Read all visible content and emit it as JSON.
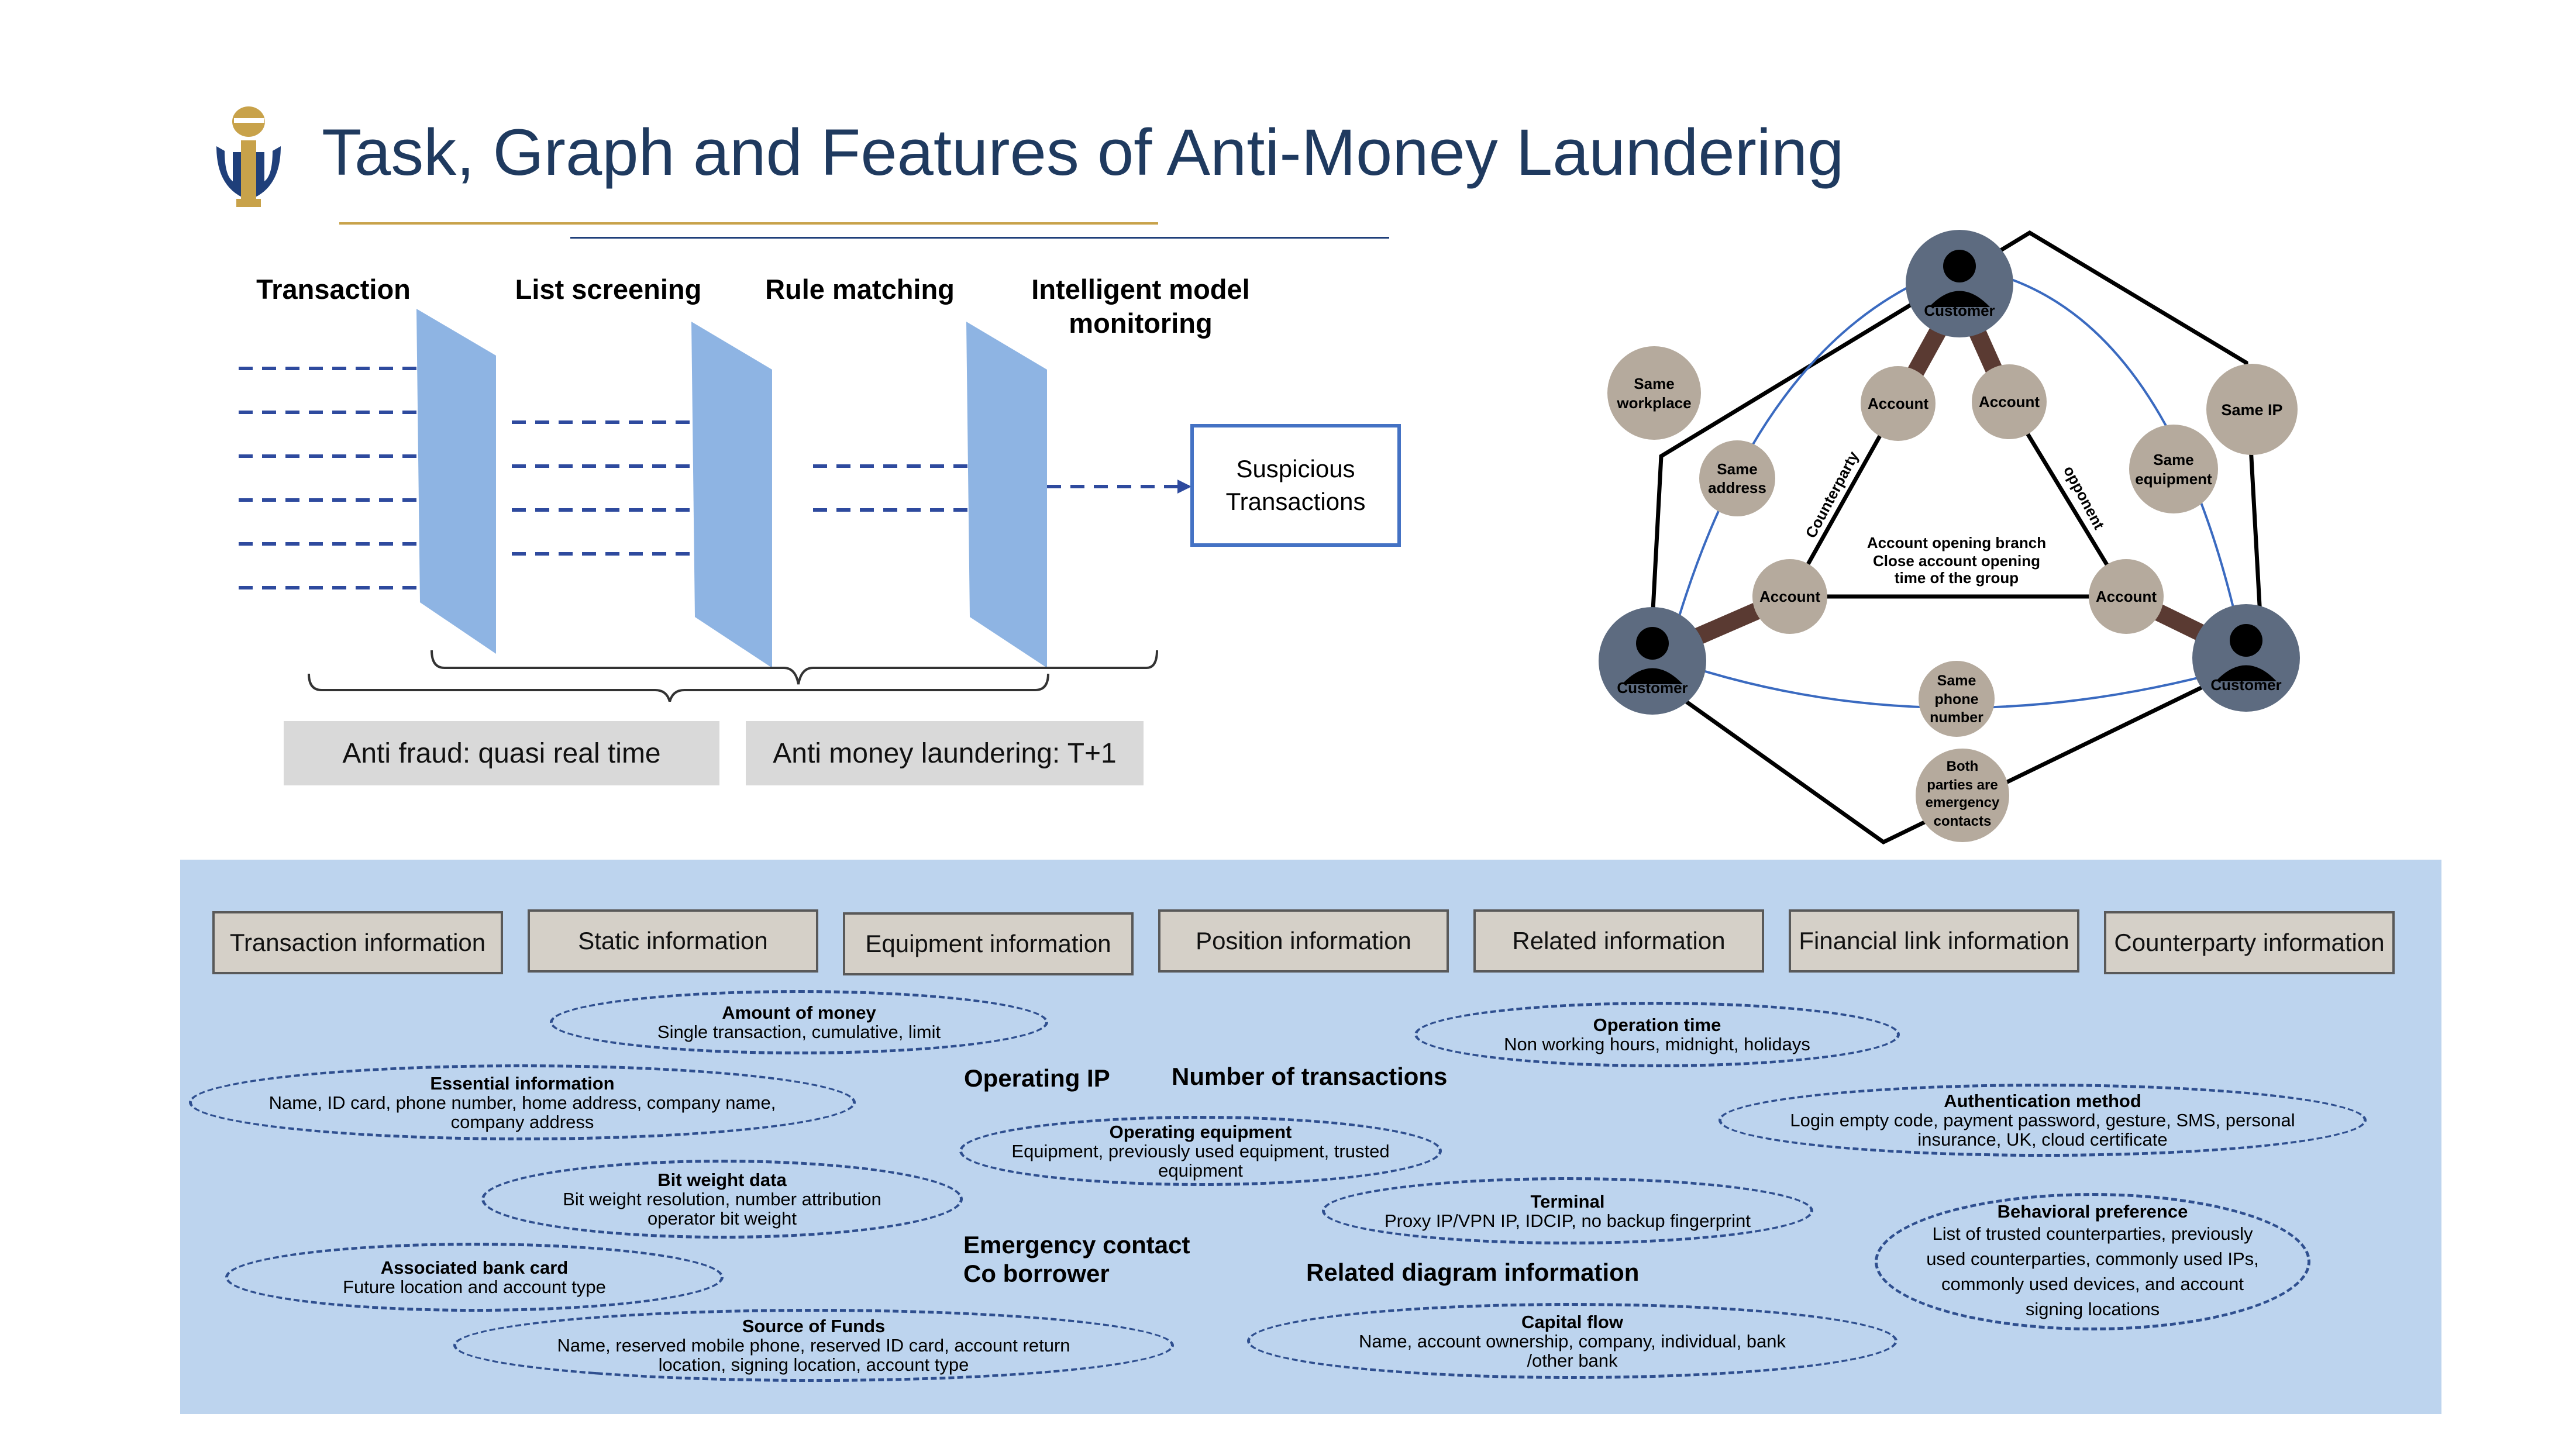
{
  "header": {
    "title": "Task, Graph and Features of Anti-Money Laundering"
  },
  "pipeline": {
    "stages": [
      "Transaction",
      "List screening",
      "Rule matching",
      "Intelligent model monitoring"
    ],
    "intelligent_line1": "Intelligent model",
    "intelligent_line2": "monitoring",
    "output_line1": "Suspicious",
    "output_line2": "Transactions",
    "latency": [
      "Anti fraud: quasi real time",
      "Anti money laundering: T+1"
    ]
  },
  "graph": {
    "customer_label": "Customer",
    "account_label": "Account",
    "same_workplace": [
      "Same",
      "workplace"
    ],
    "same_address": [
      "Same",
      "address"
    ],
    "same_ip": "Same IP",
    "same_equipment": [
      "Same",
      "equipment"
    ],
    "same_phone": [
      "Same",
      "phone",
      "number"
    ],
    "emergency": [
      "Both",
      "parties are",
      "emergency",
      "contacts"
    ],
    "edge_counterparty": "Counterparty",
    "edge_opponent": "opponent",
    "center": [
      "Account opening branch",
      "Close account opening",
      "time of the group"
    ]
  },
  "features": {
    "categories": [
      "Transaction information",
      "Static information",
      "Equipment information",
      "Position information",
      "Related information",
      "Financial link information",
      "Counterparty information"
    ],
    "amount": {
      "title": "Amount of money",
      "detail": "Single transaction, cumulative, limit"
    },
    "essential": {
      "title": "Essential information",
      "detail1": "Name, ID card, phone number, home address, company name,",
      "detail2": "company address"
    },
    "bit_weight": {
      "title": "Bit weight data",
      "detail1": "Bit weight resolution, number attribution",
      "detail2": "operator bit weight"
    },
    "bank_card": {
      "title": "Associated bank card",
      "detail": "Future location and account type"
    },
    "source_funds": {
      "title": "Source of Funds",
      "detail1": "Name, reserved mobile phone, reserved ID card, account return",
      "detail2": "location, signing location, account type"
    },
    "operating_ip": "Operating IP",
    "num_transactions": "Number of transactions",
    "operating_equipment": {
      "title": "Operating equipment",
      "detail1": "Equipment, previously used equipment, trusted",
      "detail2": "equipment"
    },
    "emergency_contact": "Emergency contact",
    "co_borrower": "Co borrower",
    "related_diagram": "Related diagram information",
    "operation_time": {
      "title": "Operation time",
      "detail": "Non working hours, midnight, holidays"
    },
    "terminal": {
      "title": "Terminal",
      "detail": "Proxy IP/VPN IP, IDCIP, no backup fingerprint"
    },
    "capital_flow": {
      "title": "Capital flow",
      "detail1": "Name, account ownership, company, individual, bank",
      "detail2": "/other bank"
    },
    "authentication": {
      "title": "Authentication method",
      "detail1": "Login empty code, payment password, gesture, SMS, personal",
      "detail2": "insurance, UK, cloud certificate"
    },
    "behavioral": {
      "title": "Behavioral preference",
      "detail1": "List of trusted counterparties, previously",
      "detail2": "used counterparties, commonly used IPs,",
      "detail3": "commonly used devices, and account",
      "detail4": "signing locations"
    }
  },
  "colors": {
    "title": "#1f3a5f",
    "arrow": "#2e4a9e",
    "filter": "#8eb4e3",
    "panel": "#bdd4ee",
    "customer": "#5d6b80",
    "attribute": "#b5aa9d",
    "edge": "#5a3a32"
  }
}
